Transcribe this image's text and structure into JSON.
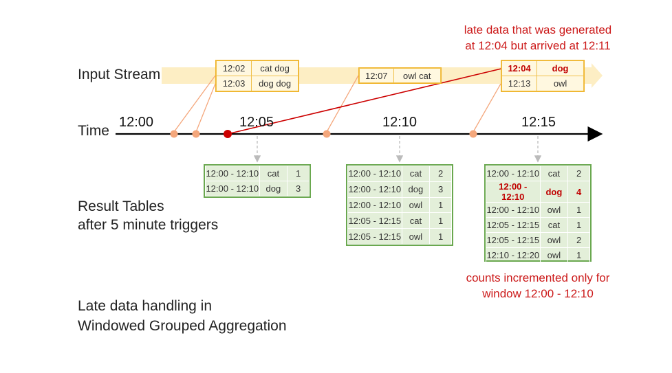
{
  "labels": {
    "input_stream": "Input Stream",
    "time": "Time",
    "result_tables_1": "Result Tables",
    "result_tables_2": "after 5 minute triggers",
    "title_1": "Late data handling in",
    "title_2": "Windowed Grouped Aggregation"
  },
  "ticks": [
    "12:00",
    "12:05",
    "12:10",
    "12:15"
  ],
  "annotations": {
    "late_note_1": "late data that was generated",
    "late_note_2": "at 12:04 but arrived at 12:11",
    "counts_note_1": "counts incremented only for",
    "counts_note_2": "window 12:00 - 12:10"
  },
  "events": [
    {
      "rows": [
        {
          "time": "12:02",
          "words": "cat dog",
          "late": false
        },
        {
          "time": "12:03",
          "words": "dog dog",
          "late": false
        }
      ]
    },
    {
      "rows": [
        {
          "time": "12:07",
          "words": "owl cat",
          "late": false
        }
      ]
    },
    {
      "rows": [
        {
          "time": "12:04",
          "words": "dog",
          "late": true
        },
        {
          "time": "12:13",
          "words": "owl",
          "late": false
        }
      ]
    }
  ],
  "result_tables": [
    {
      "rows": [
        {
          "window": "12:00 - 12:10",
          "word": "cat",
          "count": "1",
          "late": false
        },
        {
          "window": "12:00 - 12:10",
          "word": "dog",
          "count": "3",
          "late": false
        }
      ]
    },
    {
      "rows": [
        {
          "window": "12:00 - 12:10",
          "word": "cat",
          "count": "2",
          "late": false
        },
        {
          "window": "12:00 - 12:10",
          "word": "dog",
          "count": "3",
          "late": false
        },
        {
          "window": "12:00 - 12:10",
          "word": "owl",
          "count": "1",
          "late": false
        },
        {
          "window": "12:05 - 12:15",
          "word": "cat",
          "count": "1",
          "late": false
        },
        {
          "window": "12:05 - 12:15",
          "word": "owl",
          "count": "1",
          "late": false
        }
      ]
    },
    {
      "rows": [
        {
          "window": "12:00 - 12:10",
          "word": "cat",
          "count": "2",
          "late": false
        },
        {
          "window": "12:00 - 12:10",
          "word": "dog",
          "count": "4",
          "late": true
        },
        {
          "window": "12:00 - 12:10",
          "word": "owl",
          "count": "1",
          "late": false
        },
        {
          "window": "12:05 - 12:15",
          "word": "cat",
          "count": "1",
          "late": false
        },
        {
          "window": "12:05 - 12:15",
          "word": "owl",
          "count": "2",
          "late": false
        },
        {
          "window": "12:10 - 12:20",
          "word": "owl",
          "count": "1",
          "late": false
        }
      ]
    }
  ],
  "colors": {
    "stream_band": "#fdeec4",
    "timeline": "#000000",
    "arrival_dot": "#f4a77c",
    "late": "#cc0000",
    "table_border": "#6aa84f",
    "table_fill": "#e3efd9",
    "event_border": "#f0b429"
  }
}
